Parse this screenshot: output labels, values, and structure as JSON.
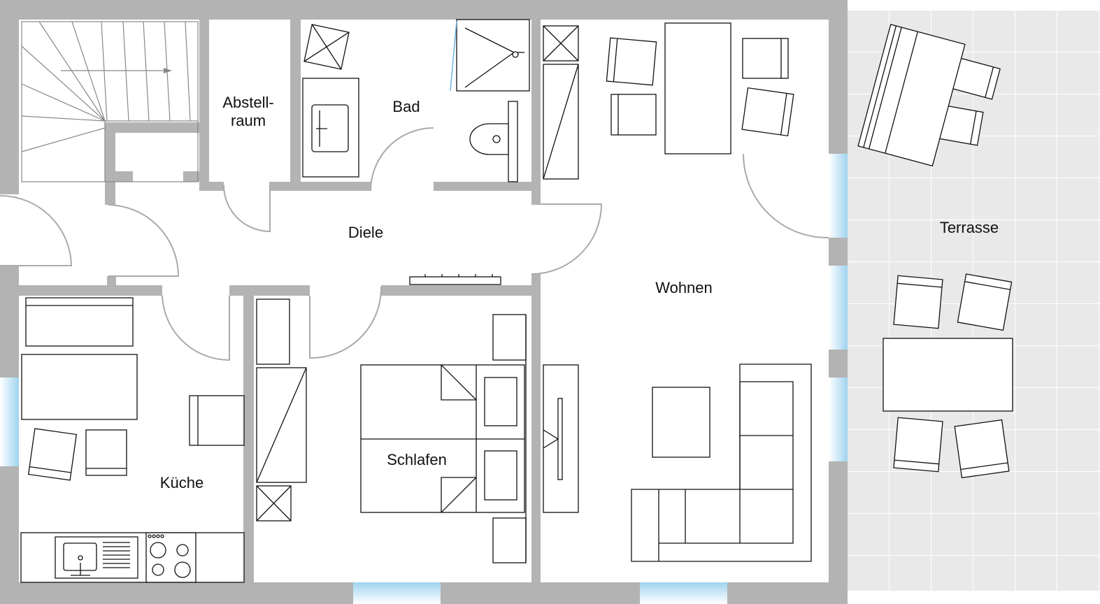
{
  "plan": {
    "rooms": {
      "abstellraum_line1": "Abstell-",
      "abstellraum_line2": "raum",
      "bad": "Bad",
      "diele": "Diele",
      "wohnen": "Wohnen",
      "kueche": "Küche",
      "schlafen": "Schlafen",
      "terrasse": "Terrasse"
    },
    "colors": {
      "wall": "#b3b3b3",
      "window": "#9fd3f0",
      "terrace": "#e9e9e9",
      "line": "#111111"
    }
  }
}
